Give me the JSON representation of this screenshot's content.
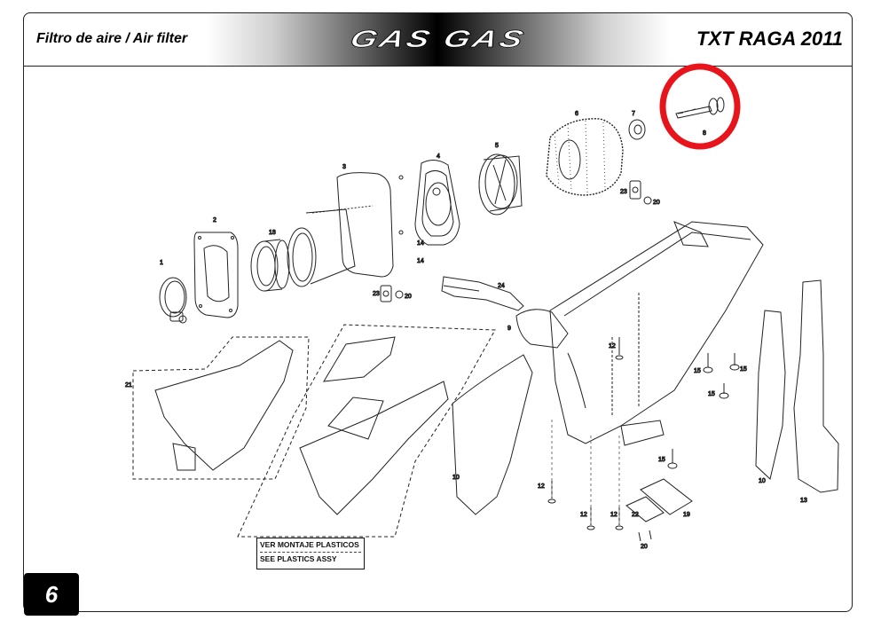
{
  "header": {
    "left_title": "Filtro de aire / Air filter",
    "brand": "GAS GAS",
    "right_title": "TXT RAGA 2011"
  },
  "page_number": "6",
  "note": {
    "line1": "VER MONTAJE PLASTICOS",
    "line2": "SEE PLASTICS ASSY"
  },
  "callouts": {
    "c1": "1",
    "c2": "2",
    "c3": "3",
    "c4": "4",
    "c5": "5",
    "c6": "6",
    "c7": "7",
    "c8": "8",
    "c9": "9",
    "c10a": "10",
    "c10b": "10",
    "c12a": "12",
    "c12b": "12",
    "c12c": "12",
    "c12d": "12",
    "c13": "13",
    "c14a": "14",
    "c14b": "14",
    "c15a": "15",
    "c15b": "15",
    "c15c": "15",
    "c15d": "15",
    "c18": "18",
    "c19": "19",
    "c20a": "20",
    "c20b": "20",
    "c20c": "20",
    "c21": "21",
    "c22": "22",
    "c23a": "23",
    "c23b": "23",
    "c24": "24"
  },
  "highlight_color": "#e8141b"
}
